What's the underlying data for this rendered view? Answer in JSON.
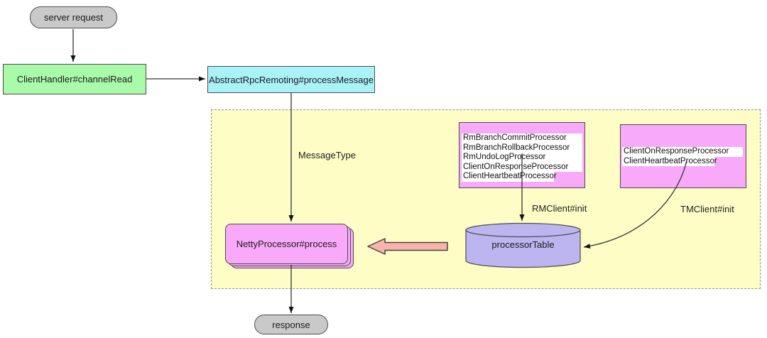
{
  "nodes": {
    "server_request": "server request",
    "client_handler": "ClientHandler#channelRead",
    "abstract_rpc_remoting": "AbstractRpcRemoting#processMessage",
    "netty_processor": "NettyProcessor#process",
    "processor_table": "processorTable",
    "response": "response"
  },
  "edge_labels": {
    "message_type": "MessageType",
    "rm_client_init": "RMClient#init",
    "tm_client_init": "TMClient#init"
  },
  "rm_processors": [
    "RmBranchCommitProcessor",
    "RmBranchRollbackProcessor",
    "RmUndoLogProcessor",
    "ClientOnResponseProcessor",
    "ClientHeartbeatProcessor"
  ],
  "tm_processors": [
    "ClientOnResponseProcessor",
    "ClientHeartbeatProcessor"
  ],
  "colors": {
    "node_green": "#A9FBA9",
    "node_cyan": "#A9F2F7",
    "node_pink": "#F9A9F9",
    "cylinder_purple": "#BDB5F0",
    "region_yellow": "#FDFDC5",
    "pill_gray": "#C9C9C9",
    "block_arrow_salmon": "#F8B4AC",
    "row_white": "#FFFFFF"
  }
}
